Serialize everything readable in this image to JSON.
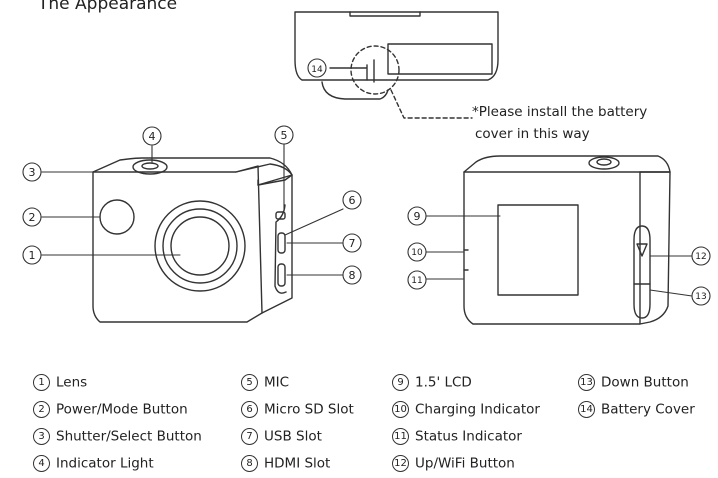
{
  "title": "The Appearance",
  "note_line1": "*Please install the battery",
  "note_line2": "cover in this way",
  "callouts": [
    "1",
    "2",
    "3",
    "4",
    "5",
    "6",
    "7",
    "8",
    "9",
    "10",
    "11",
    "12",
    "13",
    "14"
  ],
  "legend": [
    {
      "num": "1",
      "label": "Lens"
    },
    {
      "num": "2",
      "label": "Power/Mode Button"
    },
    {
      "num": "3",
      "label": "Shutter/Select Button"
    },
    {
      "num": "4",
      "label": "Indicator Light"
    },
    {
      "num": "5",
      "label": "MIC"
    },
    {
      "num": "6",
      "label": "Micro SD Slot"
    },
    {
      "num": "7",
      "label": "USB Slot"
    },
    {
      "num": "8",
      "label": "HDMI Slot"
    },
    {
      "num": "9",
      "label": "1.5' LCD"
    },
    {
      "num": "10",
      "label": "Charging Indicator"
    },
    {
      "num": "11",
      "label": "Status Indicator"
    },
    {
      "num": "12",
      "label": "Up/WiFi Button"
    },
    {
      "num": "13",
      "label": "Down Button"
    },
    {
      "num": "14",
      "label": "Battery Cover"
    }
  ]
}
